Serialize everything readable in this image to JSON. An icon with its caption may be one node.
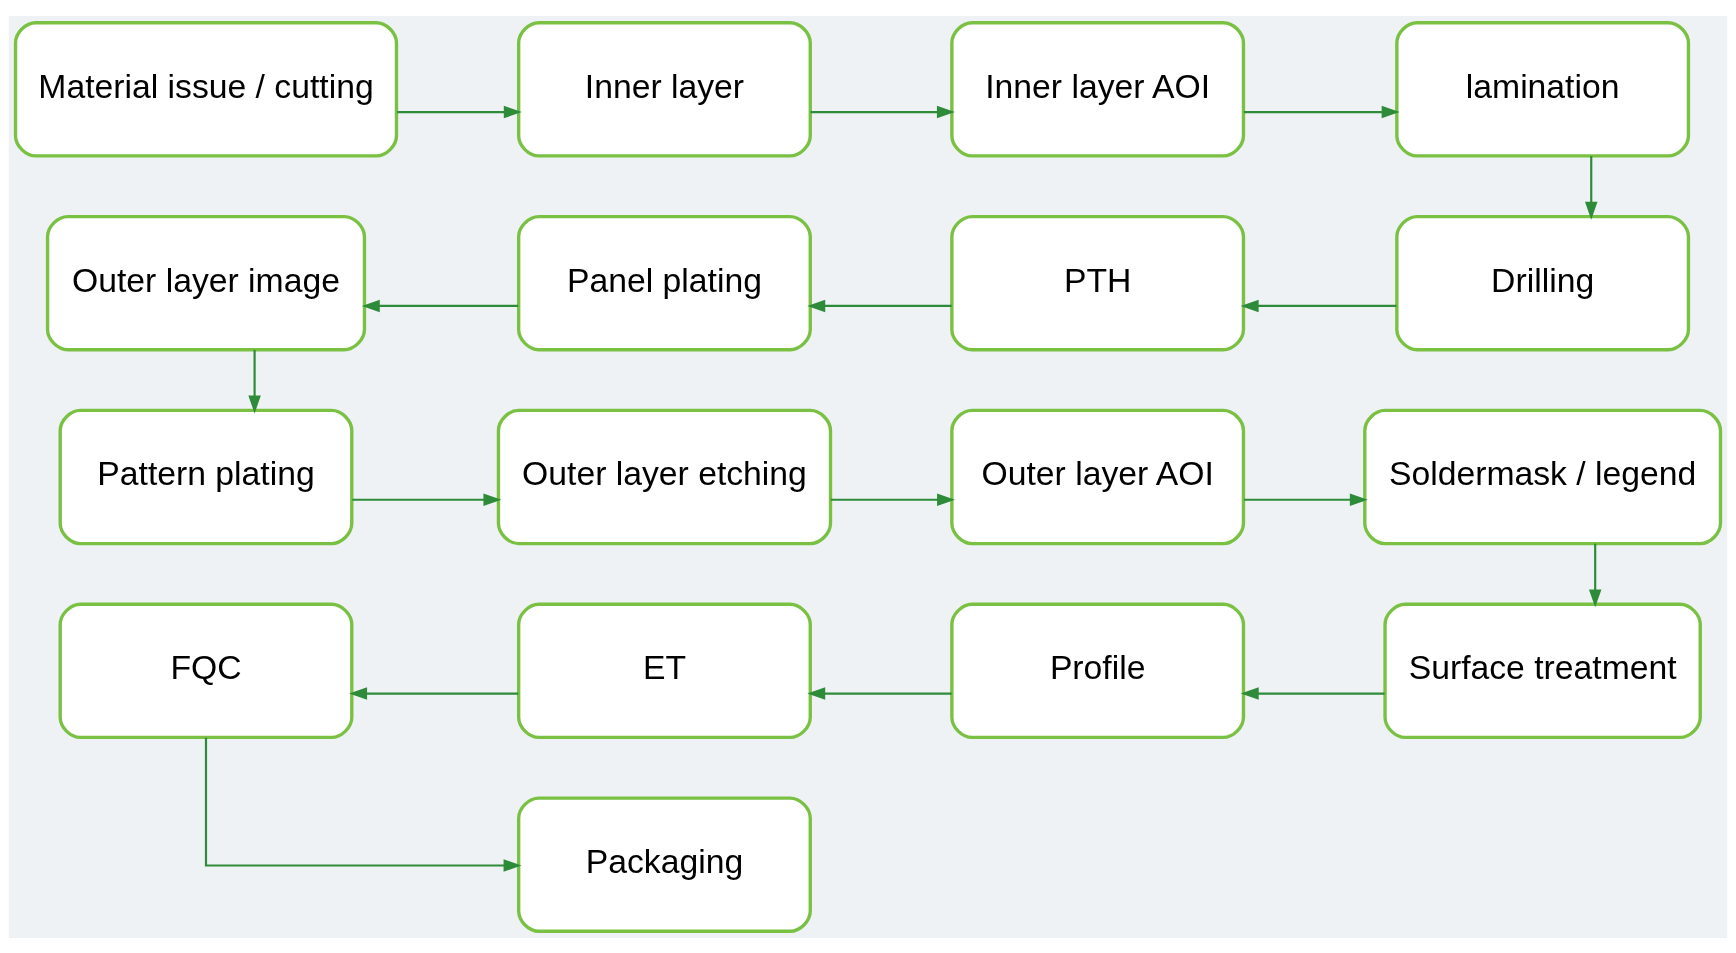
{
  "diagram": {
    "nodes": [
      {
        "text": [
          "Material issue / cutting"
        ]
      },
      {
        "text": [
          "Inner layer"
        ]
      },
      {
        "text": [
          "Inner layer AOI"
        ]
      },
      {
        "text": [
          "lamination"
        ]
      },
      {
        "text": [
          "Outer layer image"
        ]
      },
      {
        "text": [
          "Panel plating"
        ]
      },
      {
        "text": [
          "PTH"
        ]
      },
      {
        "text": [
          "Drilling"
        ]
      },
      {
        "text": [
          "Pattern plating"
        ]
      },
      {
        "text": [
          "Outer layer etching"
        ]
      },
      {
        "text": [
          "Outer layer AOI"
        ]
      },
      {
        "text": [
          "Soldermask / legend"
        ]
      },
      {
        "text": [
          "FQC"
        ]
      },
      {
        "text": [
          "ET"
        ]
      },
      {
        "text": [
          "Profile"
        ]
      },
      {
        "text": [
          "Surface treatment"
        ]
      },
      {
        "text": [
          "Packaging"
        ]
      }
    ],
    "edges": [
      {
        "from": 0,
        "to": 1,
        "arrow": "to"
      },
      {
        "from": 1,
        "to": 2,
        "arrow": "to"
      },
      {
        "from": 2,
        "to": 3,
        "arrow": "to"
      },
      {
        "from": 3,
        "to": 7,
        "arrow": "to"
      },
      {
        "from": 7,
        "to": 6,
        "arrow": "to"
      },
      {
        "from": 6,
        "to": 5,
        "arrow": "to"
      },
      {
        "from": 5,
        "to": 4,
        "arrow": "to"
      },
      {
        "from": 4,
        "to": 8,
        "arrow": "to"
      },
      {
        "from": 8,
        "to": 9,
        "arrow": "to"
      },
      {
        "from": 9,
        "to": 10,
        "arrow": "to"
      },
      {
        "from": 10,
        "to": 11,
        "arrow": "to"
      },
      {
        "from": 11,
        "to": 15,
        "arrow": "to"
      },
      {
        "from": 15,
        "to": 14,
        "arrow": "to"
      },
      {
        "from": 14,
        "to": 13,
        "arrow": "to"
      },
      {
        "from": 13,
        "to": 12,
        "arrow": "to"
      },
      {
        "from": 12,
        "to": 16,
        "arrow": "to"
      }
    ]
  }
}
